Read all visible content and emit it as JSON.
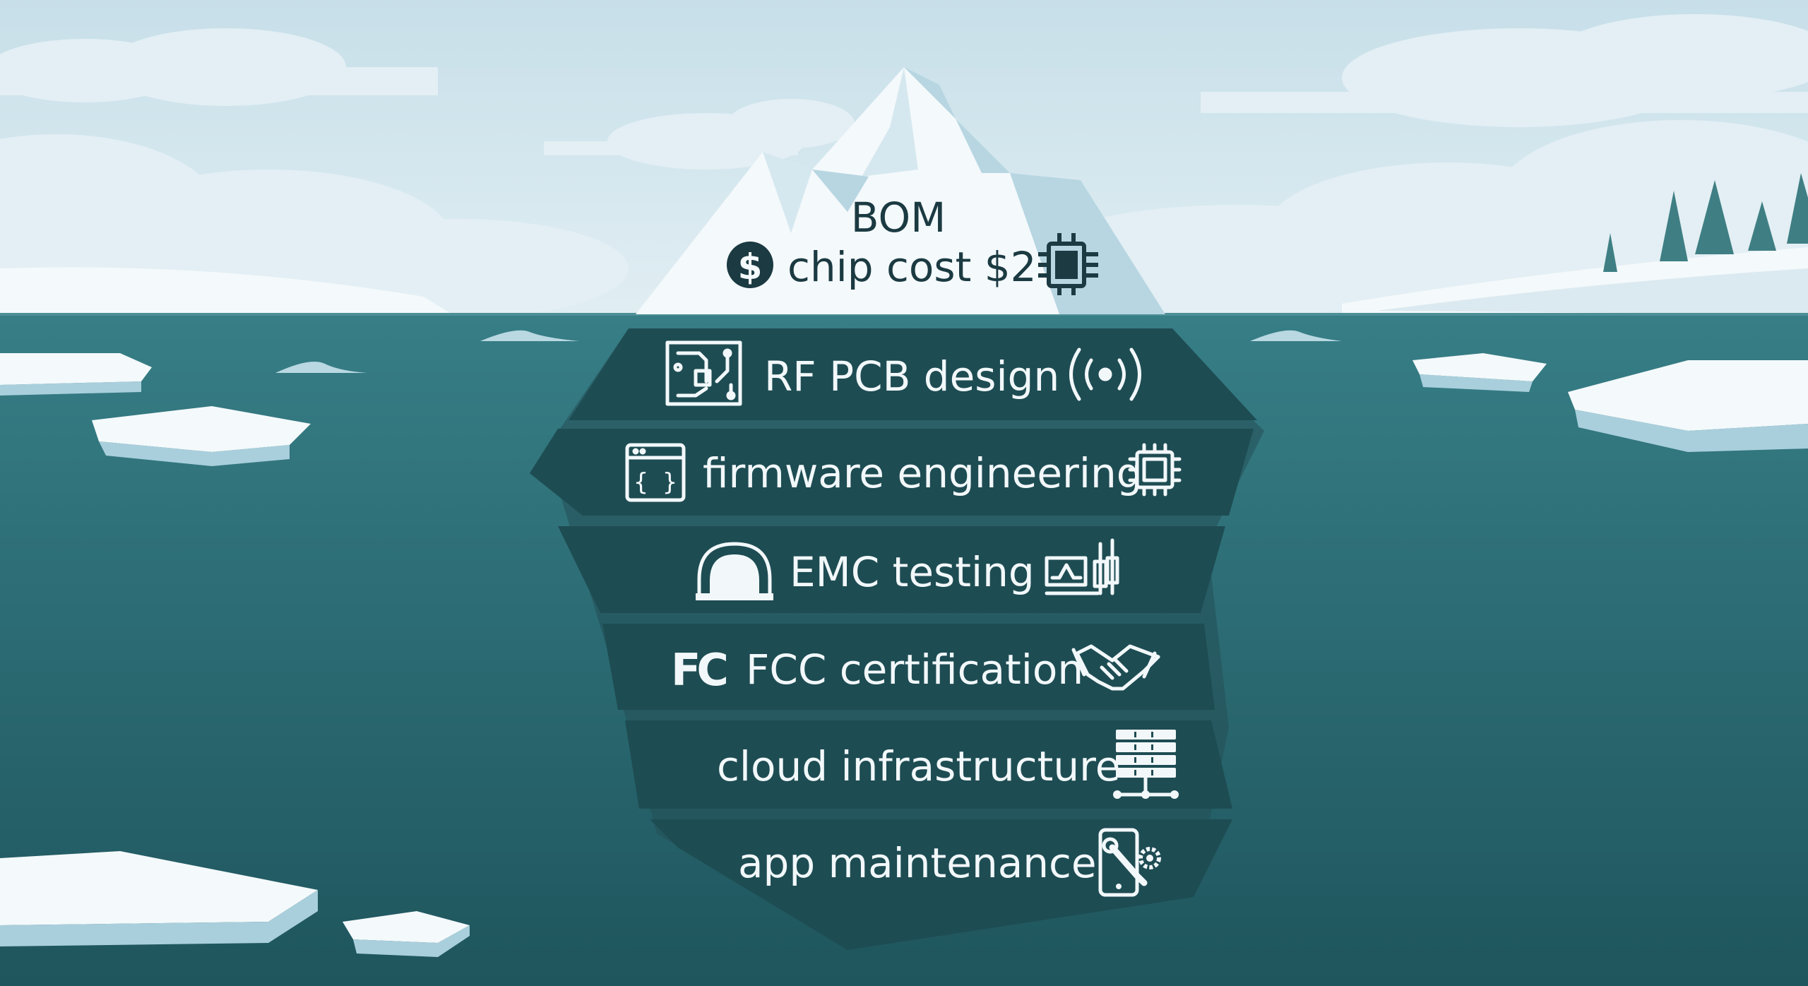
{
  "iceberg_tip": {
    "title": "BOM",
    "subtitle": "chip cost $2",
    "left_icon": "dollar-coin-icon",
    "right_icon": "microchip-icon"
  },
  "hidden_costs": [
    {
      "label": "RF PCB design",
      "left_icon": "circuit-board-icon",
      "right_icon": "wireless-signal-icon"
    },
    {
      "label": "firmware engineering",
      "left_icon": "code-window-icon",
      "right_icon": "microchip-icon"
    },
    {
      "label": "EMC testing",
      "left_icon": "anechoic-chamber-icon",
      "right_icon": "oscilloscope-probes-icon"
    },
    {
      "label": "FCC certification",
      "left_icon": "fcc-logo-icon",
      "right_icon": "handshake-icon"
    },
    {
      "label": "cloud infrastructure",
      "left_icon": "",
      "right_icon": "server-network-icon"
    },
    {
      "label": "app maintenance",
      "left_icon": "",
      "right_icon": "phone-wrench-gear-icon"
    }
  ],
  "fcc_logo_text": "FC",
  "colors": {
    "sky": "#cfe5ee",
    "water": "#2d6e76",
    "tier_fill": "#1e4c53",
    "tier_text": "#f2f8fa",
    "ice": "#f4f9fb",
    "ice_shadow": "#a9cfdc",
    "text_dark": "#1b3a42"
  }
}
